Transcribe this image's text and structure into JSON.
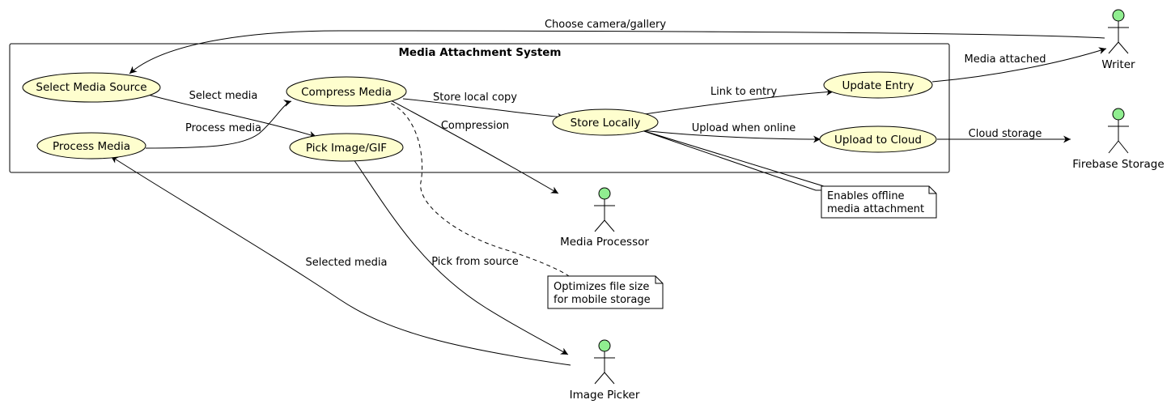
{
  "system": {
    "title": "Media Attachment System"
  },
  "use_cases": {
    "select_media_source": "Select Media Source",
    "process_media": "Process Media",
    "compress_media": "Compress Media",
    "pick_image_gif": "Pick Image/GIF",
    "store_locally": "Store Locally",
    "update_entry": "Update Entry",
    "upload_to_cloud": "Upload to Cloud"
  },
  "actors": {
    "writer": "Writer",
    "firebase_storage": "Firebase Storage",
    "media_processor": "Media Processor",
    "image_picker": "Image Picker"
  },
  "edges": {
    "choose_camera_gallery": "Choose camera/gallery",
    "select_media": "Select media",
    "process_media": "Process media",
    "store_local_copy": "Store local copy",
    "compression": "Compression",
    "link_to_entry": "Link to entry",
    "upload_when_online": "Upload when online",
    "media_attached": "Media attached",
    "cloud_storage": "Cloud storage",
    "selected_media": "Selected media",
    "pick_from_source": "Pick from source"
  },
  "notes": {
    "offline": [
      "Enables offline",
      "media attachment"
    ],
    "compression": [
      "Optimizes file size",
      "for mobile storage"
    ]
  },
  "colors": {
    "use_case_fill": "#FEFECE",
    "actor_head_fill": "#90EE90",
    "line": "#000000"
  }
}
